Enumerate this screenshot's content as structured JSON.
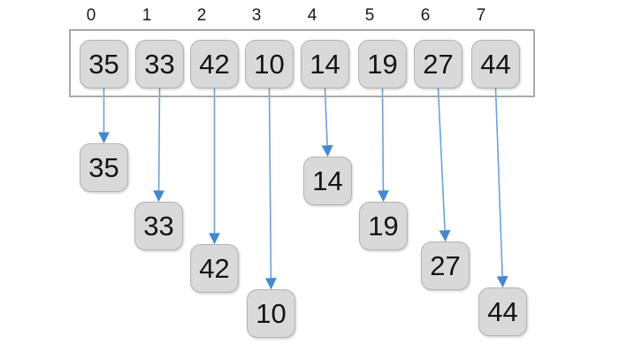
{
  "diagram": {
    "description": "Array of 8 elements split into individual single-element boxes",
    "colors": {
      "box_fill": "#d9d9d9",
      "box_border": "#b3b3b3",
      "frame_border": "#a9a9a9",
      "arrow_line": "#6ba2d8",
      "arrow_head": "#4289ce",
      "text": "#141414",
      "background": "#ffffff"
    }
  },
  "array": {
    "indices": [
      "0",
      "1",
      "2",
      "3",
      "4",
      "5",
      "6",
      "7"
    ],
    "values": [
      "35",
      "33",
      "42",
      "10",
      "14",
      "19",
      "27",
      "44"
    ]
  },
  "dropped": {
    "values": [
      "35",
      "33",
      "42",
      "10",
      "14",
      "19",
      "27",
      "44"
    ]
  }
}
